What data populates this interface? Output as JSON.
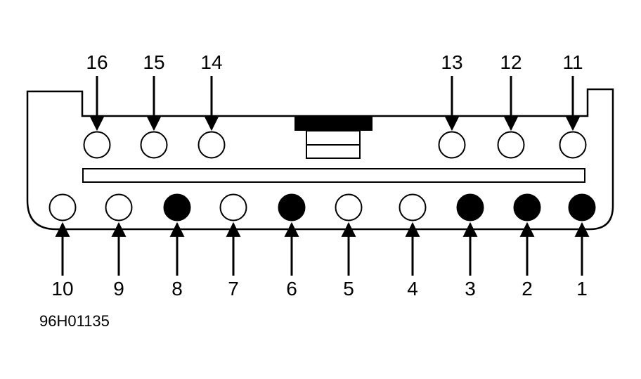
{
  "figure_code": "96H01135",
  "colors": {
    "line": "#000000",
    "background": "#ffffff",
    "filled_cavity": "#000000",
    "empty_cavity": "#ffffff"
  },
  "top_row": [
    {
      "pin": "16",
      "filled": false
    },
    {
      "pin": "15",
      "filled": false
    },
    {
      "pin": "14",
      "filled": false
    },
    {
      "pin": "13",
      "filled": false
    },
    {
      "pin": "12",
      "filled": false
    },
    {
      "pin": "11",
      "filled": false
    }
  ],
  "bottom_row": [
    {
      "pin": "10",
      "filled": false
    },
    {
      "pin": "9",
      "filled": false
    },
    {
      "pin": "8",
      "filled": true
    },
    {
      "pin": "7",
      "filled": false
    },
    {
      "pin": "6",
      "filled": true
    },
    {
      "pin": "5",
      "filled": false
    },
    {
      "pin": "4",
      "filled": false
    },
    {
      "pin": "3",
      "filled": true
    },
    {
      "pin": "2",
      "filled": true
    },
    {
      "pin": "1",
      "filled": true
    }
  ]
}
